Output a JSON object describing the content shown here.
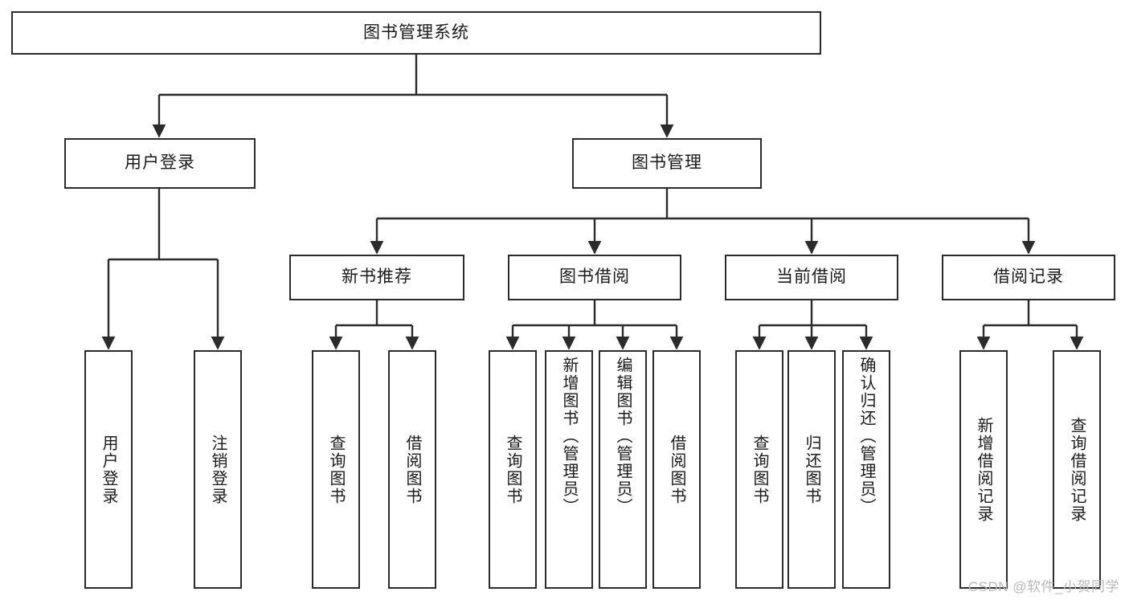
{
  "diagram": {
    "type": "tree",
    "title": "图书管理系统",
    "watermark": "CSDN @软件_小贺同学",
    "colors": {
      "box_border": "#2b2b2b",
      "box_fill": "#ffffff",
      "connector": "#2b2b2b",
      "text": "#1a1a1a",
      "watermark": "#b9b9b9",
      "background": "#ffffff"
    },
    "root": {
      "label": "图书管理系统",
      "orientation": "horizontal"
    },
    "level2": [
      {
        "label": "用户登录",
        "orientation": "horizontal"
      },
      {
        "label": "图书管理",
        "orientation": "horizontal"
      }
    ],
    "level3": [
      {
        "label": "新书推荐",
        "orientation": "horizontal",
        "parent": "图书管理"
      },
      {
        "label": "图书借阅",
        "orientation": "horizontal",
        "parent": "图书管理"
      },
      {
        "label": "当前借阅",
        "orientation": "horizontal",
        "parent": "图书管理"
      },
      {
        "label": "借阅记录",
        "orientation": "horizontal",
        "parent": "图书管理"
      }
    ],
    "leaves": {
      "用户登录": [
        {
          "label": "用户登录",
          "orientation": "vertical"
        },
        {
          "label": "注销登录",
          "orientation": "vertical"
        }
      ],
      "新书推荐": [
        {
          "label": "查询图书",
          "orientation": "vertical"
        },
        {
          "label": "借阅图书",
          "orientation": "vertical"
        }
      ],
      "图书借阅": [
        {
          "label": "查询图书",
          "orientation": "vertical"
        },
        {
          "label": "新增图书（管理员）",
          "orientation": "vertical"
        },
        {
          "label": "编辑图书（管理员）",
          "orientation": "vertical"
        },
        {
          "label": "借阅图书",
          "orientation": "vertical"
        }
      ],
      "当前借阅": [
        {
          "label": "查询图书",
          "orientation": "vertical"
        },
        {
          "label": "归还图书",
          "orientation": "vertical"
        },
        {
          "label": "确认归还（管理员）",
          "orientation": "vertical"
        }
      ],
      "借阅记录": [
        {
          "label": "新增借阅记录",
          "orientation": "vertical"
        },
        {
          "label": "查询借阅记录",
          "orientation": "vertical"
        }
      ]
    }
  }
}
